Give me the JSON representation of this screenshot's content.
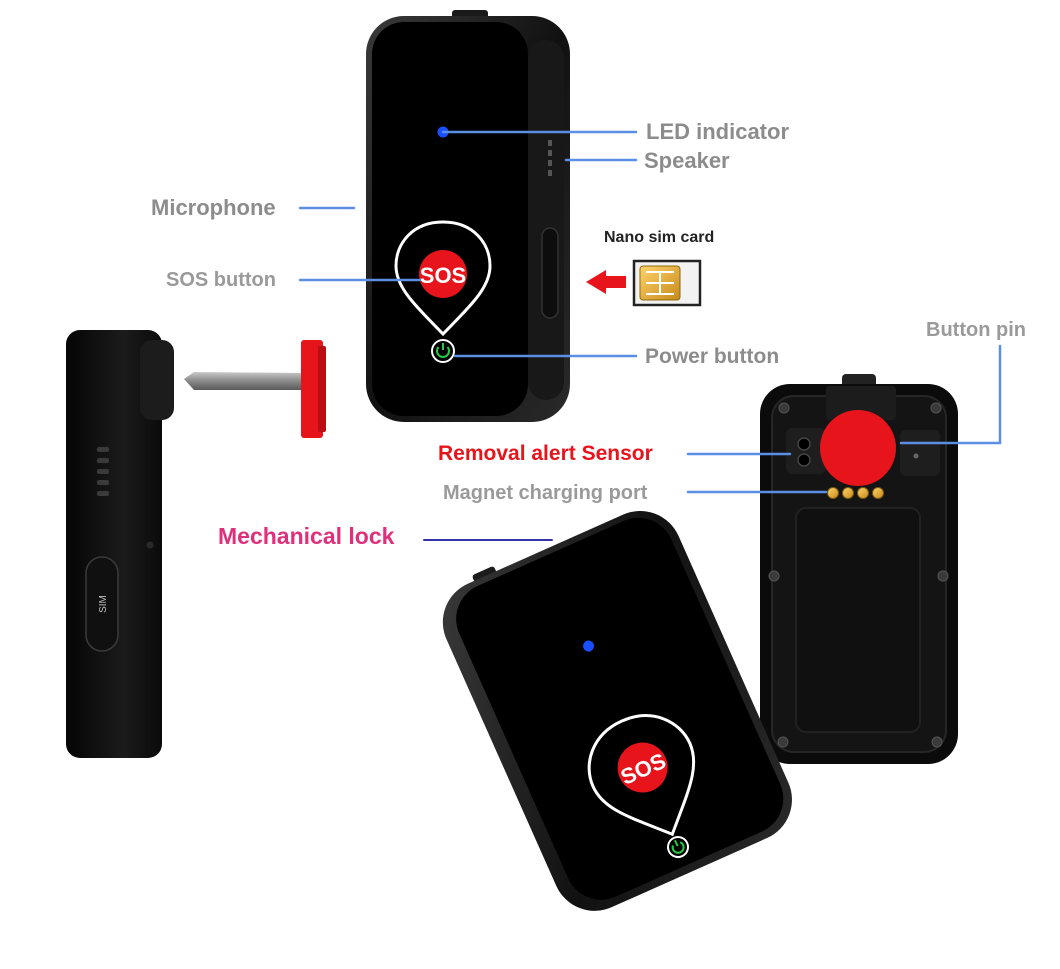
{
  "callouts": {
    "led_indicator": "LED indicator",
    "speaker": "Speaker",
    "microphone": "Microphone",
    "nano_sim_card": "Nano sim card",
    "sos_button": "SOS button",
    "power_button": "Power button",
    "button_pin": "Button pin",
    "removal_alert_sensor": "Removal alert Sensor",
    "magnet_charging_port": "Magnet charging port",
    "mechanical_lock": "Mechanical lock"
  },
  "device_text": {
    "sos_front": "SOS",
    "sos_tilted": "SOS",
    "sim_slot": "SIM"
  },
  "colors": {
    "callout_gray": "#8c8c8c",
    "leader_blue": "#5b8fe6",
    "alert_red": "#e8141c",
    "lock_magenta": "#e0307c",
    "lock_leader": "#3333aa",
    "led_blue": "#1a4fff",
    "power_green": "#22cc44",
    "device_body": "#0a0a0a"
  },
  "icons": [
    "power-icon",
    "sim-card-icon",
    "arrow-left-icon",
    "sim-eject-pin-icon"
  ]
}
